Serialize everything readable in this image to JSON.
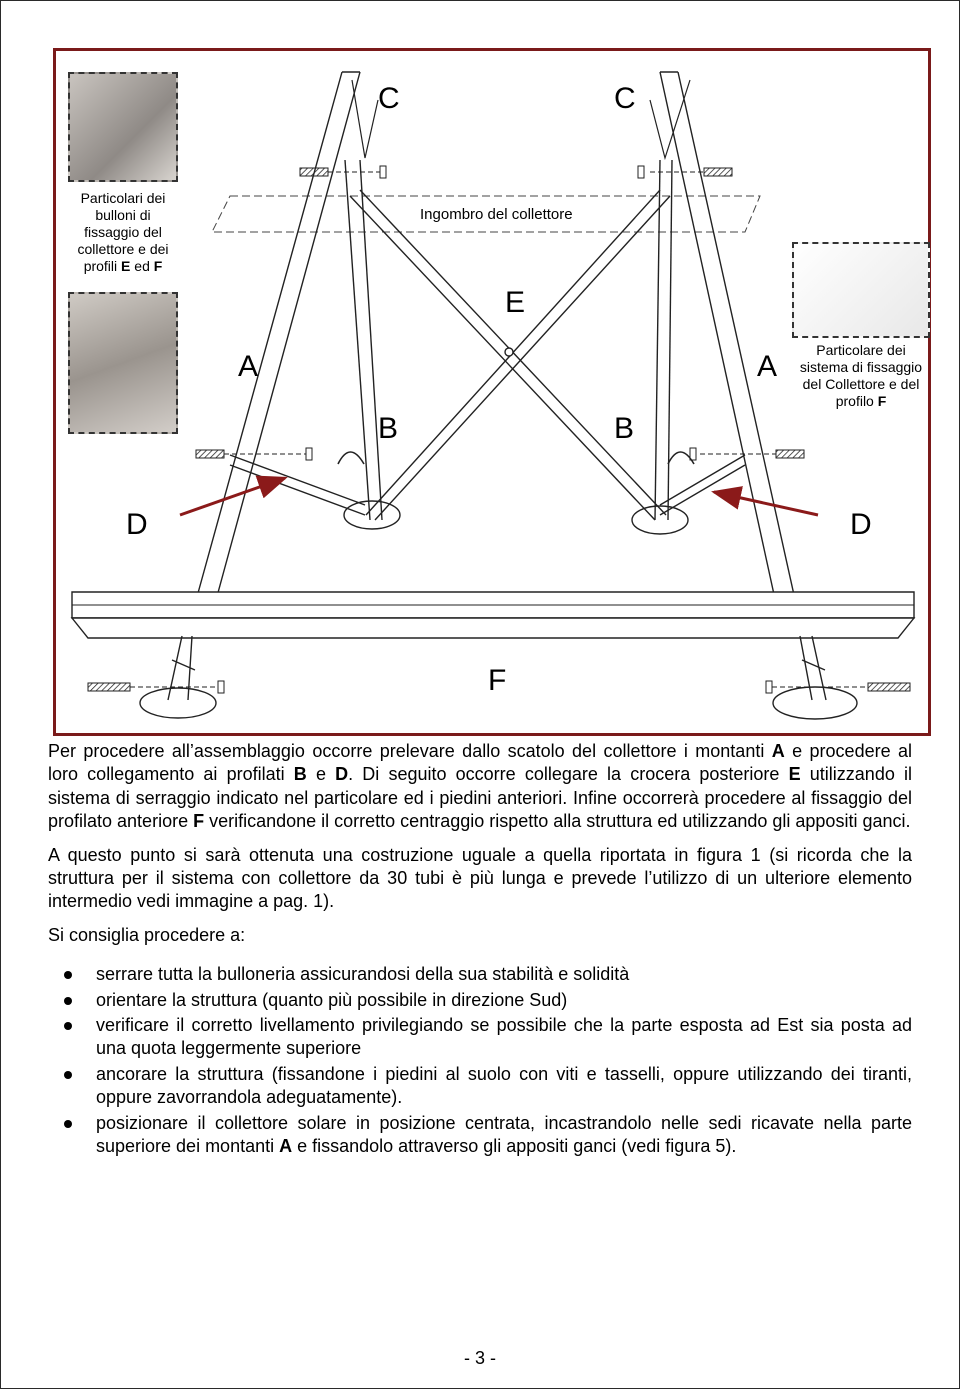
{
  "figure": {
    "labels": {
      "c_left": "C",
      "c_right": "C",
      "a_left": "A",
      "a_right": "A",
      "b_left": "B",
      "b_right": "B",
      "e": "E",
      "d_left": "D",
      "d_right": "D",
      "f": "F"
    },
    "collector_footprint_label": "Ingombro del collettore",
    "left_caption": [
      "Particolari dei",
      "bulloni di",
      "fissaggio del",
      "collettore e dei",
      "profili ",
      "E",
      " ed ",
      "F"
    ],
    "right_caption": [
      "Particolare dei",
      "sistema di fissaggio",
      "del Collettore e del",
      "profilo ",
      "F"
    ],
    "frame_color": "#7a1a1a",
    "arrow_color": "#8b1a1a"
  },
  "text": {
    "p1": [
      "Per procedere all’assemblaggio occorre prelevare dallo scatolo del collettore i montanti ",
      "A",
      " e procedere al loro collegamento ai profilati ",
      "B",
      " e ",
      "D",
      ". Di seguito occorre collegare la crocera posteriore ",
      "E",
      " utilizzando il sistema di serraggio indicato nel particolare ed i piedini anteriori. Infine occorrerà procedere al fissaggio del profilato anteriore ",
      "F",
      " verificandone il corretto centraggio rispetto alla struttura ed utilizzando gli appositi ganci."
    ],
    "p2": "A questo punto si sarà ottenuta una costruzione uguale a quella riportata in figura 1 (si ricorda che la struttura per il sistema con collettore da 30 tubi è più lunga e prevede l’utilizzo di un ulteriore elemento intermedio vedi immagine a pag. 1).",
    "p3": "Si consiglia procedere a:",
    "bullets": [
      "serrare tutta la bulloneria assicurandosi della sua stabilità e solidità",
      "orientare la struttura (quanto più possibile in direzione Sud)",
      "verificare il corretto livellamento privilegiando se possibile che la parte esposta ad Est sia posta ad una quota leggermente superiore",
      "ancorare la struttura (fissandone i piedini al suolo con viti e tasselli, oppure utilizzando dei tiranti, oppure zavorrandola adeguatamente)."
    ],
    "bullet5": [
      "posizionare il collettore solare in posizione centrata, incastrandolo nelle sedi ricavate nella parte superiore dei montanti ",
      "A",
      " e fissandolo attraverso gli appositi ganci (vedi figura 5)."
    ]
  },
  "page_number": "- 3 -"
}
